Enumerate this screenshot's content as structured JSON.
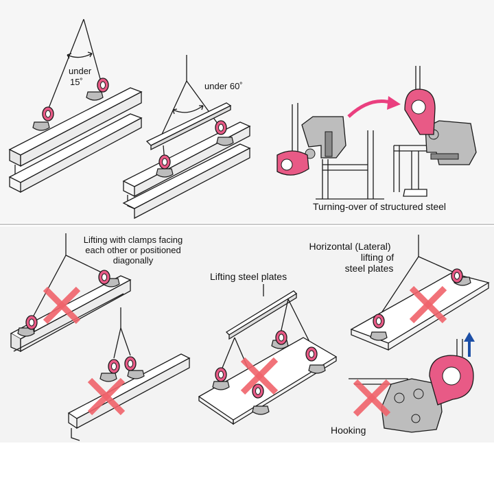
{
  "colors": {
    "ring": "#e85a86",
    "clamp": "#bdbdbd",
    "cross": "#f0636b",
    "arrow_pink": "#ea3f7f",
    "arrow_blue": "#1d4fa6",
    "line": "#1a1a1a"
  },
  "top": {
    "angle1_line1": "under",
    "angle1_line2": "15˚",
    "angle2": "under 60˚",
    "turning_caption": "Turning-over of structured steel"
  },
  "bottom": {
    "facing_line1": "Lifting with clamps facing",
    "facing_line2": "each other or positioned",
    "facing_line3": "diagonally",
    "plates_caption": "Lifting steel plates",
    "horizontal_line1": "Horizontal (Lateral)",
    "horizontal_line2": "lifting of",
    "horizontal_line3": "steel plates",
    "hooking": "Hooking"
  },
  "icons": [
    "clamp-icon",
    "lifting-ring-icon",
    "prohibited-cross-icon",
    "up-arrow-icon",
    "curved-arrow-icon"
  ]
}
